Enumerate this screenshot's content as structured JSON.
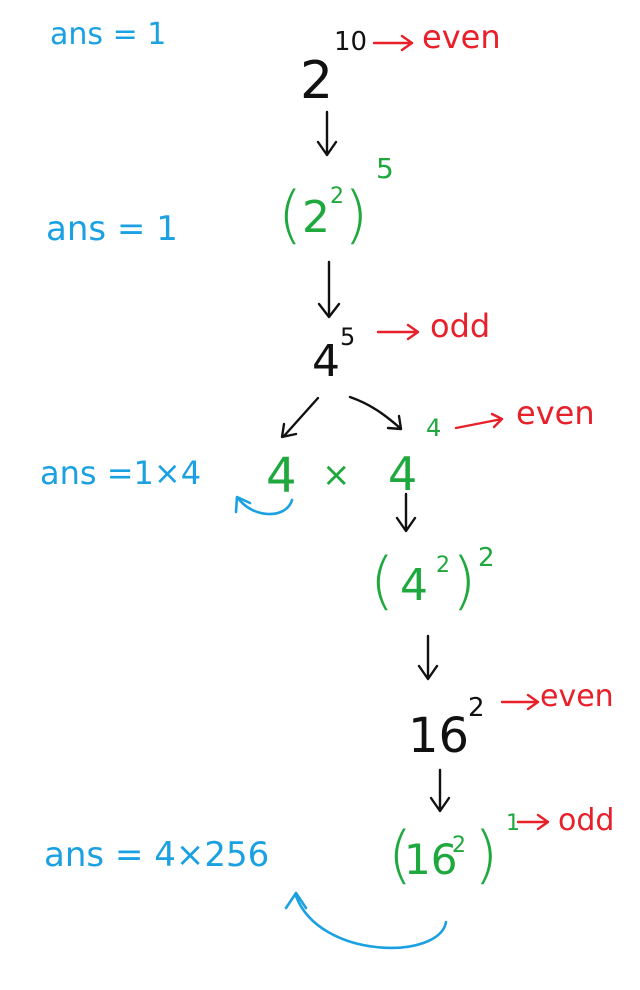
{
  "colors": {
    "ans": "#1ba1e2",
    "parity": "#e8202a",
    "green": "#1fa83d",
    "main": "#111111"
  },
  "ans_notes": [
    "ans = 1",
    "ans = 1",
    "ans =1×4",
    "ans = 4×256"
  ],
  "steps": {
    "s1_base": "2",
    "s1_exp": "10",
    "s1_tag": "even",
    "s2_inner_base": "2",
    "s2_inner_exp": "2",
    "s2_outer_exp": "5",
    "s3_base": "4",
    "s3_exp": "5",
    "s3_tag": "odd",
    "s4_left": "4",
    "s4_times": "×",
    "s4_right_base": "4",
    "s4_right_exp": "4",
    "s4_tag": "even",
    "s5_inner_base": "4",
    "s5_inner_exp": "2",
    "s5_outer_exp": "2",
    "s6_base": "16",
    "s6_exp": "2",
    "s6_tag": "even",
    "s7_inner_base": "16",
    "s7_inner_exp": "2",
    "s7_outer_exp": "1",
    "s7_tag": "odd"
  }
}
